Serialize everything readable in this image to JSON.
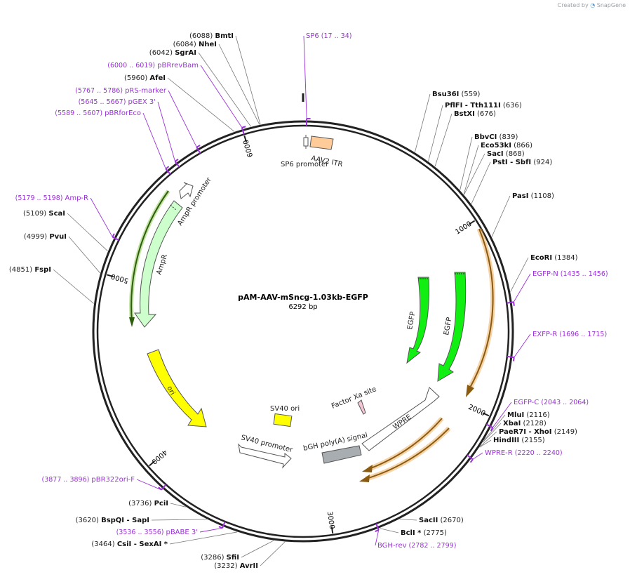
{
  "credit": {
    "created_by": "Created by",
    "brand": "SnapGene"
  },
  "plasmid": {
    "name": "pAM-AAV-mSncg-1.03kb-EGFP",
    "length_label": "6292 bp",
    "length": 6292
  },
  "ticks": [
    "1000",
    "2000",
    "3000",
    "4000",
    "5000",
    "6000"
  ],
  "colors": {
    "primer": "#9b30d9",
    "backbone": "#222222",
    "egfp": "#22dd22",
    "ori": "#ffff00",
    "ampr": "#ccffcc",
    "wpre_highlight": "#e8a040"
  },
  "enzymes": [
    {
      "name": "BmtI",
      "pos": "(6088)"
    },
    {
      "name": "NheI",
      "pos": "(6084)"
    },
    {
      "name": "SgrAI",
      "pos": "(6042)"
    },
    {
      "name": "AfeI",
      "pos": "(5960)"
    },
    {
      "name": "ScaI",
      "pos": "(5109)"
    },
    {
      "name": "PvuI",
      "pos": "(4999)"
    },
    {
      "name": "FspI",
      "pos": "(4851)"
    },
    {
      "name": "Bsu36I",
      "pos": "(559)"
    },
    {
      "name": "PflFI",
      "name2": "- Tth111I",
      "pos": "(636)"
    },
    {
      "name": "BstXI",
      "pos": "(676)"
    },
    {
      "name": "BbvCI",
      "pos": "(839)"
    },
    {
      "name": "Eco53kI",
      "pos": "(866)"
    },
    {
      "name": "SacI",
      "pos": "(868)"
    },
    {
      "name": "PstI",
      "name2": "- SbfI",
      "pos": "(924)"
    },
    {
      "name": "PasI",
      "pos": "(1108)"
    },
    {
      "name": "EcoRI",
      "pos": "(1384)"
    },
    {
      "name": "MluI",
      "pos": "(2116)"
    },
    {
      "name": "XbaI",
      "pos": "(2128)"
    },
    {
      "name": "PaeR7I",
      "name2": "- XhoI",
      "pos": "(2149)"
    },
    {
      "name": "HindIII",
      "pos": "(2155)"
    },
    {
      "name": "SacII",
      "pos": "(2670)"
    },
    {
      "name": "BclI *",
      "pos": "(2775)"
    },
    {
      "name": "PciI",
      "pos": "(3736)"
    },
    {
      "name": "BspQI",
      "name2": "- SapI",
      "pos": "(3620)"
    },
    {
      "name": "CsiI",
      "name2": "- SexAI *",
      "pos": "(3464)"
    },
    {
      "name": "SfiI",
      "pos": "(3286)"
    },
    {
      "name": "AvrII",
      "pos": "(3232)"
    }
  ],
  "primers": [
    {
      "name": "SP6",
      "range": "(17 .. 34)"
    },
    {
      "name": "pBRrevBam",
      "range": "(6000 .. 6019)"
    },
    {
      "name": "pRS-marker",
      "range": "(5767 .. 5786)"
    },
    {
      "name": "pGEX 3'",
      "range": "(5645 .. 5667)"
    },
    {
      "name": "pBRforEco",
      "range": "(5589 .. 5607)"
    },
    {
      "name": "Amp-R",
      "range": "(5179 .. 5198)"
    },
    {
      "name": "EGFP-N",
      "range": "(1435 .. 1456)"
    },
    {
      "name": "EXFP-R",
      "range": "(1696 .. 1715)"
    },
    {
      "name": "EGFP-C",
      "range": "(2043 .. 2064)"
    },
    {
      "name": "WPRE-R",
      "range": "(2220 .. 2240)"
    },
    {
      "name": "BGH-rev",
      "range": "(2782 .. 2799)"
    },
    {
      "name": "pBABE 3'",
      "range": "(3536 .. 3556)"
    },
    {
      "name": "pBR322ori-F",
      "range": "(3877 .. 3896)"
    }
  ],
  "features": {
    "sp6_promoter": "SP6 promoter",
    "aav2_itr": "AAV2 ITR",
    "ampr_promoter": "AmpR promoter",
    "ampr": "AmpR",
    "ori": "ori",
    "sv40_ori": "SV40 ori",
    "sv40_promoter": "SV40 promoter",
    "bgh": "bGH poly(A) signal",
    "factor_xa": "Factor Xa site",
    "wpre": "WPRE",
    "egfp1": "EGFP",
    "egfp2": "EGFP"
  }
}
